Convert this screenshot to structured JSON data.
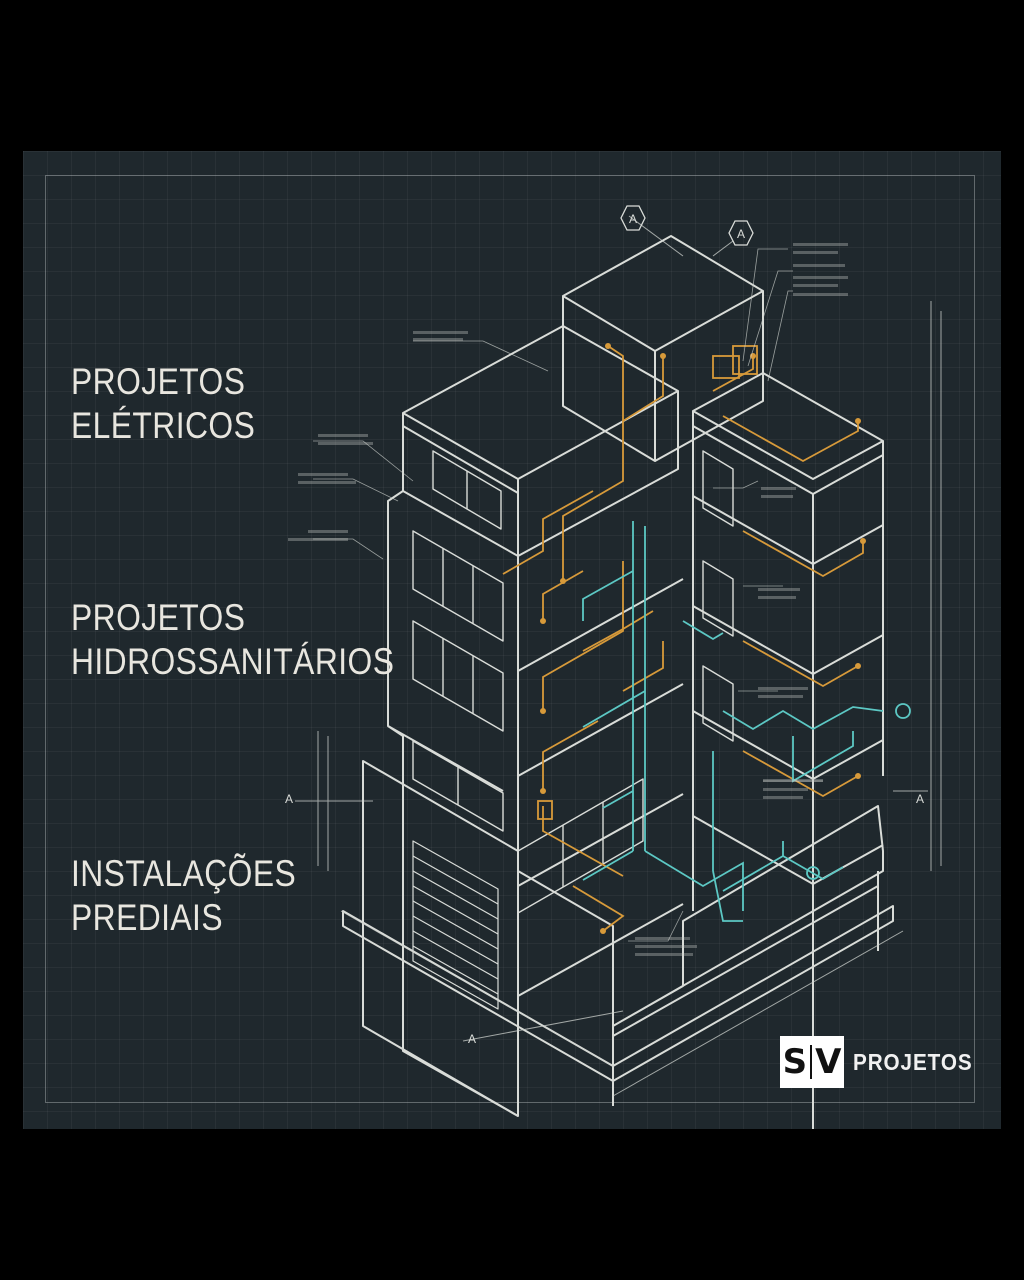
{
  "headlines": {
    "electrical": [
      "PROJETOS",
      "ELÉTRICOS"
    ],
    "hydro": [
      "PROJETOS",
      "HIDROSSANITÁRIOS"
    ],
    "installations": [
      "INSTALAÇÕES",
      "PREDIAIS"
    ]
  },
  "logo": {
    "left_letter": "S",
    "right_letter": "V",
    "text": "PROJETOS"
  },
  "section_marker": "A",
  "colors": {
    "background": "#1f282d",
    "line": "#d9dcd8",
    "electrical": "#d79a3a",
    "plumbing": "#5cc8c4"
  }
}
